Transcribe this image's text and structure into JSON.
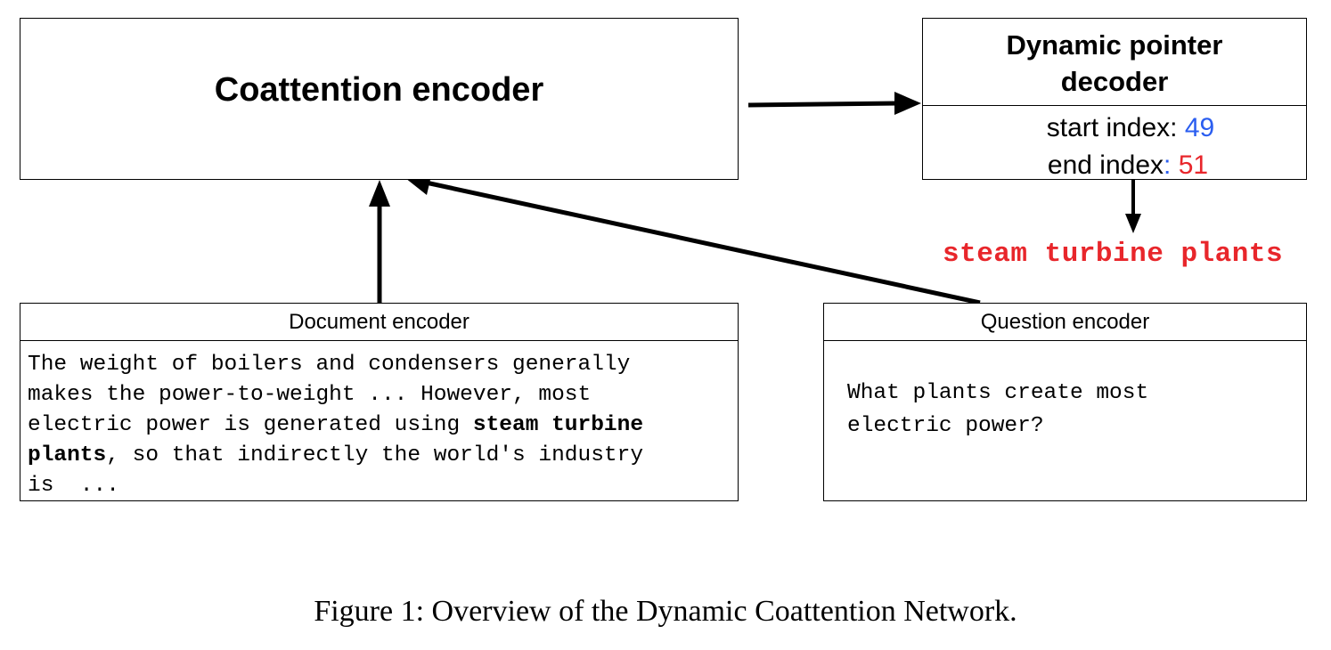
{
  "coattention_encoder": {
    "title": "Coattention encoder"
  },
  "decoder": {
    "title_line1": "Dynamic pointer",
    "title_line2": "decoder",
    "start_label": "start index:",
    "start_value": "49",
    "end_label": "end index",
    "end_colon": ":",
    "end_value": "51",
    "start_color": "#2b5ef0",
    "end_color": "#e8262b"
  },
  "answer": {
    "text": "steam turbine plants",
    "color": "#e8262b"
  },
  "document_encoder": {
    "title": "Document encoder",
    "line1": "The weight of boilers and condensers generally",
    "line2": "makes the power-to-weight ... However, most",
    "line3_pre": "electric power is generated using ",
    "line3_bold": "steam turbine",
    "line4_bold": "plants",
    "line4_post": ", so that indirectly the world's industry",
    "line5": "is  ..."
  },
  "question_encoder": {
    "title": "Question encoder",
    "line1": "What plants create most",
    "line2": "electric power?"
  },
  "caption": "Figure 1: Overview of the Dynamic Coattention Network."
}
